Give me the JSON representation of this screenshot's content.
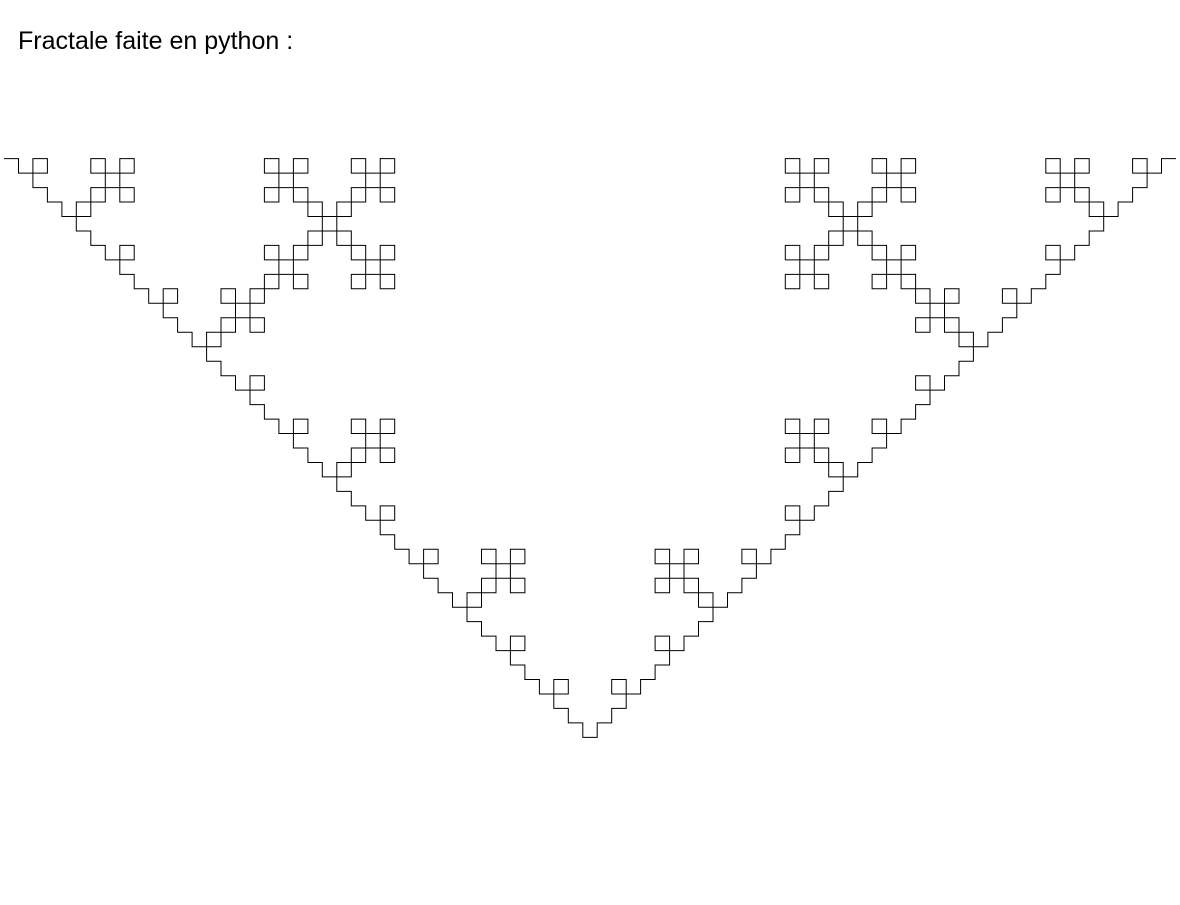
{
  "page": {
    "title": "Fractale faite en python :"
  },
  "fractal": {
    "kind": "Lévy C curve (L-system)",
    "axiom": "F",
    "rule": "F+F-F-F+F",
    "turn_angle_degrees": 90,
    "iterations": 4,
    "stroke_color": "#000000",
    "background_color": "#ffffff"
  }
}
